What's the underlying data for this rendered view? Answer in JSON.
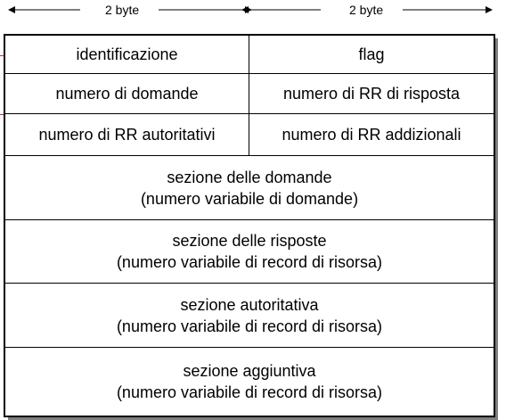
{
  "header": {
    "left_width_label": "2 byte",
    "right_width_label": "2 byte"
  },
  "fields": {
    "identification": "identificazione",
    "flags": "flag",
    "num_questions": "numero di domande",
    "num_answer_rrs": "numero di RR di risposta",
    "num_authority_rrs": "numero di RR autoritativi",
    "num_additional_rrs": "numero di RR addizionali"
  },
  "sections": {
    "questions": {
      "title": "sezione delle domande",
      "subtitle": "(numero variabile di domande)"
    },
    "answers": {
      "title": "sezione delle risposte",
      "subtitle": "(numero variabile di record di risorsa)"
    },
    "authority": {
      "title": "sezione autoritativa",
      "subtitle": "(numero variabile di record di risorsa)"
    },
    "additional": {
      "title": "sezione aggiuntiva",
      "subtitle": "(numero variabile di record di risorsa)"
    }
  },
  "colors": {
    "border": "#000000",
    "shadow": "#7f7f7f",
    "accent_tick": "#c0392b"
  }
}
